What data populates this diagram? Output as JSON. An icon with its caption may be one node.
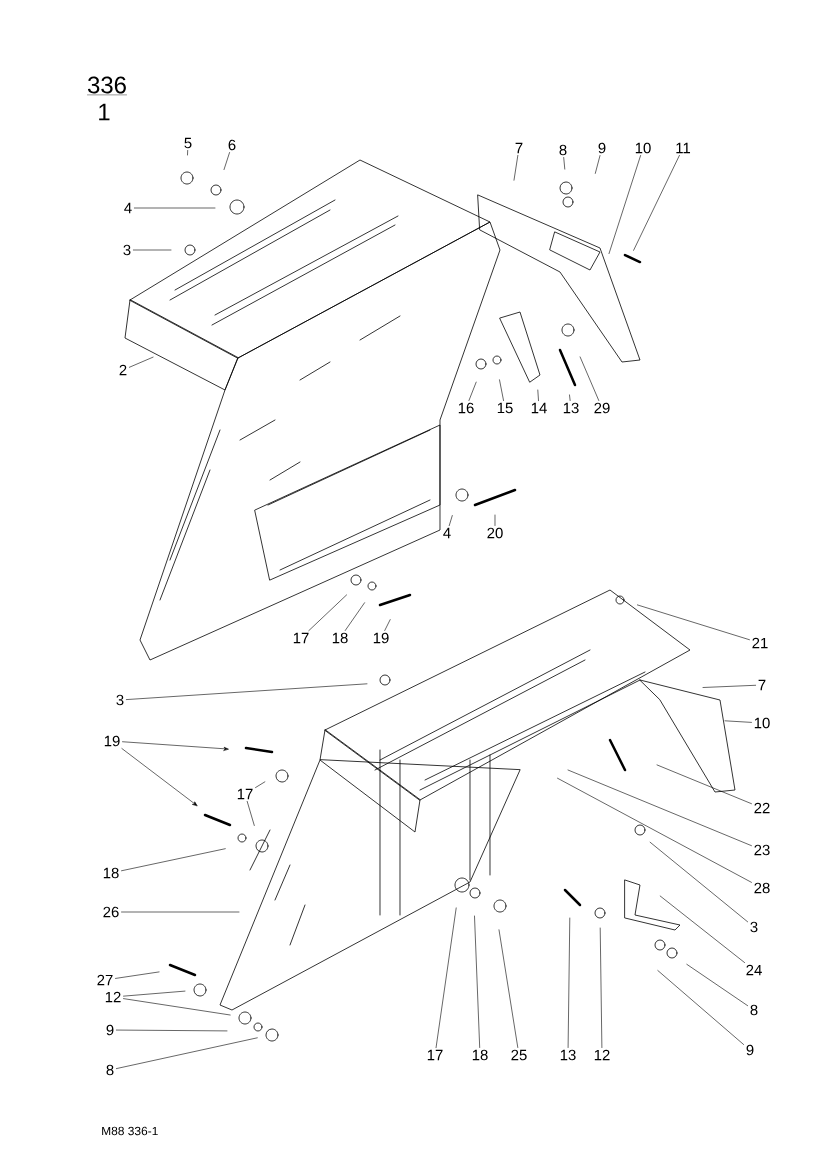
{
  "diagram": {
    "nodes": [
      {
        "text": [
          "5"
        ]
      },
      {
        "text": [
          "6"
        ]
      },
      {
        "text": [
          "4"
        ]
      },
      {
        "text": [
          "3"
        ]
      },
      {
        "text": [
          "2"
        ]
      },
      {
        "text": [
          "7"
        ]
      },
      {
        "text": [
          "8"
        ]
      },
      {
        "text": [
          "9"
        ]
      },
      {
        "text": [
          "10"
        ]
      },
      {
        "text": [
          "11"
        ]
      },
      {
        "text": [
          "16"
        ]
      },
      {
        "text": [
          "15"
        ]
      },
      {
        "text": [
          "14"
        ]
      },
      {
        "text": [
          "13"
        ]
      },
      {
        "text": [
          "29"
        ]
      },
      {
        "text": [
          "4"
        ]
      },
      {
        "text": [
          "20"
        ]
      },
      {
        "text": [
          "17"
        ]
      },
      {
        "text": [
          "18"
        ]
      },
      {
        "text": [
          "19"
        ]
      },
      {
        "text": [
          "21"
        ]
      },
      {
        "text": [
          "3"
        ]
      },
      {
        "text": [
          "7"
        ]
      },
      {
        "text": [
          "10"
        ]
      },
      {
        "text": [
          "19"
        ]
      },
      {
        "text": [
          "17"
        ]
      },
      {
        "text": [
          "18"
        ]
      },
      {
        "text": [
          "26"
        ]
      },
      {
        "text": [
          "22"
        ]
      },
      {
        "text": [
          "23"
        ]
      },
      {
        "text": [
          "28"
        ]
      },
      {
        "text": [
          "3"
        ]
      },
      {
        "text": [
          "24"
        ]
      },
      {
        "text": [
          "8"
        ]
      },
      {
        "text": [
          "9"
        ]
      },
      {
        "text": [
          "17"
        ]
      },
      {
        "text": [
          "18"
        ]
      },
      {
        "text": [
          "25"
        ]
      },
      {
        "text": [
          "13"
        ]
      },
      {
        "text": [
          "12"
        ]
      },
      {
        "text": [
          "27"
        ]
      },
      {
        "text": [
          "12"
        ]
      },
      {
        "text": [
          "9"
        ]
      },
      {
        "text": [
          "8"
        ]
      }
    ],
    "edges": [
      {
        "from": 0,
        "to": null,
        "arrow": "none"
      },
      {
        "from": 1,
        "to": null,
        "arrow": "none"
      },
      {
        "from": 2,
        "to": null,
        "arrow": "none"
      },
      {
        "from": 3,
        "to": null,
        "arrow": "none"
      },
      {
        "from": 4,
        "to": null,
        "arrow": "none"
      },
      {
        "from": 5,
        "to": null,
        "arrow": "none"
      },
      {
        "from": 6,
        "to": null,
        "arrow": "none"
      },
      {
        "from": 7,
        "to": null,
        "arrow": "none"
      },
      {
        "from": 8,
        "to": null,
        "arrow": "none"
      },
      {
        "from": 9,
        "to": null,
        "arrow": "none"
      },
      {
        "from": 10,
        "to": null,
        "arrow": "none"
      },
      {
        "from": 11,
        "to": null,
        "arrow": "none"
      },
      {
        "from": 12,
        "to": null,
        "arrow": "none"
      },
      {
        "from": 13,
        "to": null,
        "arrow": "none"
      },
      {
        "from": 14,
        "to": null,
        "arrow": "none"
      },
      {
        "from": 15,
        "to": null,
        "arrow": "none"
      },
      {
        "from": 16,
        "to": null,
        "arrow": "none"
      },
      {
        "from": 17,
        "to": null,
        "arrow": "none"
      },
      {
        "from": 18,
        "to": null,
        "arrow": "none"
      },
      {
        "from": 19,
        "to": null,
        "arrow": "none"
      },
      {
        "from": 20,
        "to": null,
        "arrow": "none"
      },
      {
        "from": 21,
        "to": null,
        "arrow": "none"
      },
      {
        "from": 22,
        "to": null,
        "arrow": "none"
      },
      {
        "from": 23,
        "to": null,
        "arrow": "none"
      },
      {
        "from": 24,
        "to": null,
        "arrow": "to"
      },
      {
        "from": 24,
        "to": null,
        "arrow": "to"
      },
      {
        "from": 25,
        "to": null,
        "arrow": "none"
      },
      {
        "from": 25,
        "to": null,
        "arrow": "none"
      },
      {
        "from": 26,
        "to": null,
        "arrow": "none"
      },
      {
        "from": 27,
        "to": null,
        "arrow": "none"
      },
      {
        "from": 28,
        "to": null,
        "arrow": "none"
      },
      {
        "from": 29,
        "to": null,
        "arrow": "none"
      },
      {
        "from": 30,
        "to": null,
        "arrow": "none"
      },
      {
        "from": 31,
        "to": null,
        "arrow": "none"
      },
      {
        "from": 32,
        "to": null,
        "arrow": "none"
      },
      {
        "from": 33,
        "to": null,
        "arrow": "none"
      },
      {
        "from": 34,
        "to": null,
        "arrow": "none"
      },
      {
        "from": 35,
        "to": null,
        "arrow": "none"
      },
      {
        "from": 36,
        "to": null,
        "arrow": "none"
      },
      {
        "from": 37,
        "to": null,
        "arrow": "none"
      },
      {
        "from": 38,
        "to": null,
        "arrow": "none"
      },
      {
        "from": 39,
        "to": null,
        "arrow": "none"
      },
      {
        "from": 40,
        "to": null,
        "arrow": "none"
      },
      {
        "from": 41,
        "to": null,
        "arrow": "none"
      },
      {
        "from": 41,
        "to": null,
        "arrow": "none"
      },
      {
        "from": 42,
        "to": null,
        "arrow": "none"
      },
      {
        "from": 43,
        "to": null,
        "arrow": "none"
      }
    ],
    "labels": [
      "336",
      "1",
      "M88 336-1"
    ]
  }
}
